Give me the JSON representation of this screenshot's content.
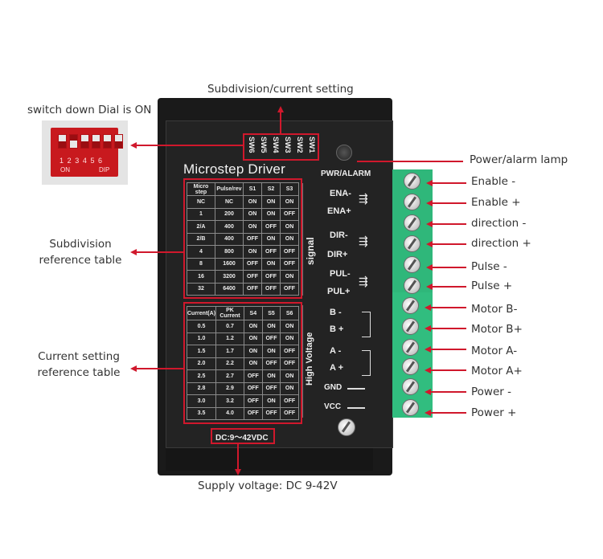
{
  "annotations": {
    "subdivision_current_setting": "Subdivision/current setting",
    "switch_down": "switch down Dial is ON",
    "subdivision_table_line1": "Subdivision",
    "subdivision_table_line2": "reference table",
    "current_table_line1": "Current setting",
    "current_table_line2": "reference table",
    "supply_voltage": "Supply voltage: DC 9-42V",
    "power_alarm_lamp": "Power/alarm lamp"
  },
  "terminal_labels": [
    "Enable -",
    "Enable +",
    "direction -",
    "direction +",
    "Pulse -",
    "Pulse +",
    "Motor B-",
    "Motor B+",
    "Motor A-",
    "Motor A+",
    "Power -",
    "Power +"
  ],
  "dip": {
    "numbers": [
      "1",
      "2",
      "3",
      "4",
      "5",
      "6"
    ],
    "on_label": "ON",
    "dip_label": "DIP"
  },
  "driver": {
    "title": "Microstep Driver",
    "switches": [
      "SW6",
      "SW5",
      "SW4",
      "SW3",
      "SW2",
      "SW1"
    ],
    "pwr_alarm": "PWR/ALARM",
    "signal_label": "signal",
    "high_voltage_label": "High Voltage",
    "signal_terminals": [
      "ENA-",
      "ENA+",
      "DIR-",
      "DIR+",
      "PUL-",
      "PUL+"
    ],
    "power_terminals": [
      "B -",
      "B +",
      "A -",
      "A +",
      "GND",
      "VCC"
    ],
    "dc_label": "DC:9～42VDC"
  },
  "subdivision_table": {
    "headers": [
      "Micro step",
      "Pulse/rev",
      "S1",
      "S2",
      "S3"
    ],
    "rows": [
      [
        "NC",
        "NC",
        "ON",
        "ON",
        "ON"
      ],
      [
        "1",
        "200",
        "ON",
        "ON",
        "OFF"
      ],
      [
        "2/A",
        "400",
        "ON",
        "OFF",
        "ON"
      ],
      [
        "2/B",
        "400",
        "OFF",
        "ON",
        "ON"
      ],
      [
        "4",
        "800",
        "ON",
        "OFF",
        "OFF"
      ],
      [
        "8",
        "1600",
        "OFF",
        "ON",
        "OFF"
      ],
      [
        "16",
        "3200",
        "OFF",
        "OFF",
        "ON"
      ],
      [
        "32",
        "6400",
        "OFF",
        "OFF",
        "OFF"
      ]
    ]
  },
  "current_table": {
    "headers": [
      "Current(A)",
      "PK Current",
      "S4",
      "S5",
      "S6"
    ],
    "rows": [
      [
        "0.5",
        "0.7",
        "ON",
        "ON",
        "ON"
      ],
      [
        "1.0",
        "1.2",
        "ON",
        "OFF",
        "ON"
      ],
      [
        "1.5",
        "1.7",
        "ON",
        "ON",
        "OFF"
      ],
      [
        "2.0",
        "2.2",
        "ON",
        "OFF",
        "OFF"
      ],
      [
        "2.5",
        "2.7",
        "OFF",
        "ON",
        "ON"
      ],
      [
        "2.8",
        "2.9",
        "OFF",
        "OFF",
        "ON"
      ],
      [
        "3.0",
        "3.2",
        "OFF",
        "ON",
        "OFF"
      ],
      [
        "3.5",
        "4.0",
        "OFF",
        "OFF",
        "OFF"
      ]
    ]
  },
  "colors": {
    "accent_red": "#d0182c",
    "terminal_green": "#2fb77a",
    "driver_black": "#232323"
  }
}
